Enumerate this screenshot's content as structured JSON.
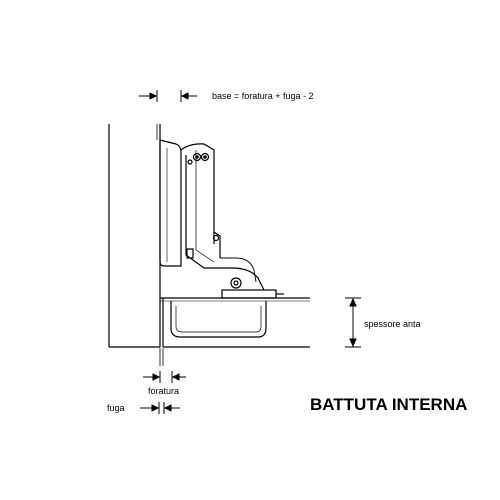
{
  "labels": {
    "formula": "base =  foratura + fuga - 2",
    "thickness": "spessore anta",
    "foratura": "foratura",
    "fuga": "fuga"
  },
  "title": "BATTUTA INTERNA",
  "colors": {
    "ink": "#000000",
    "background": "#ffffff"
  }
}
